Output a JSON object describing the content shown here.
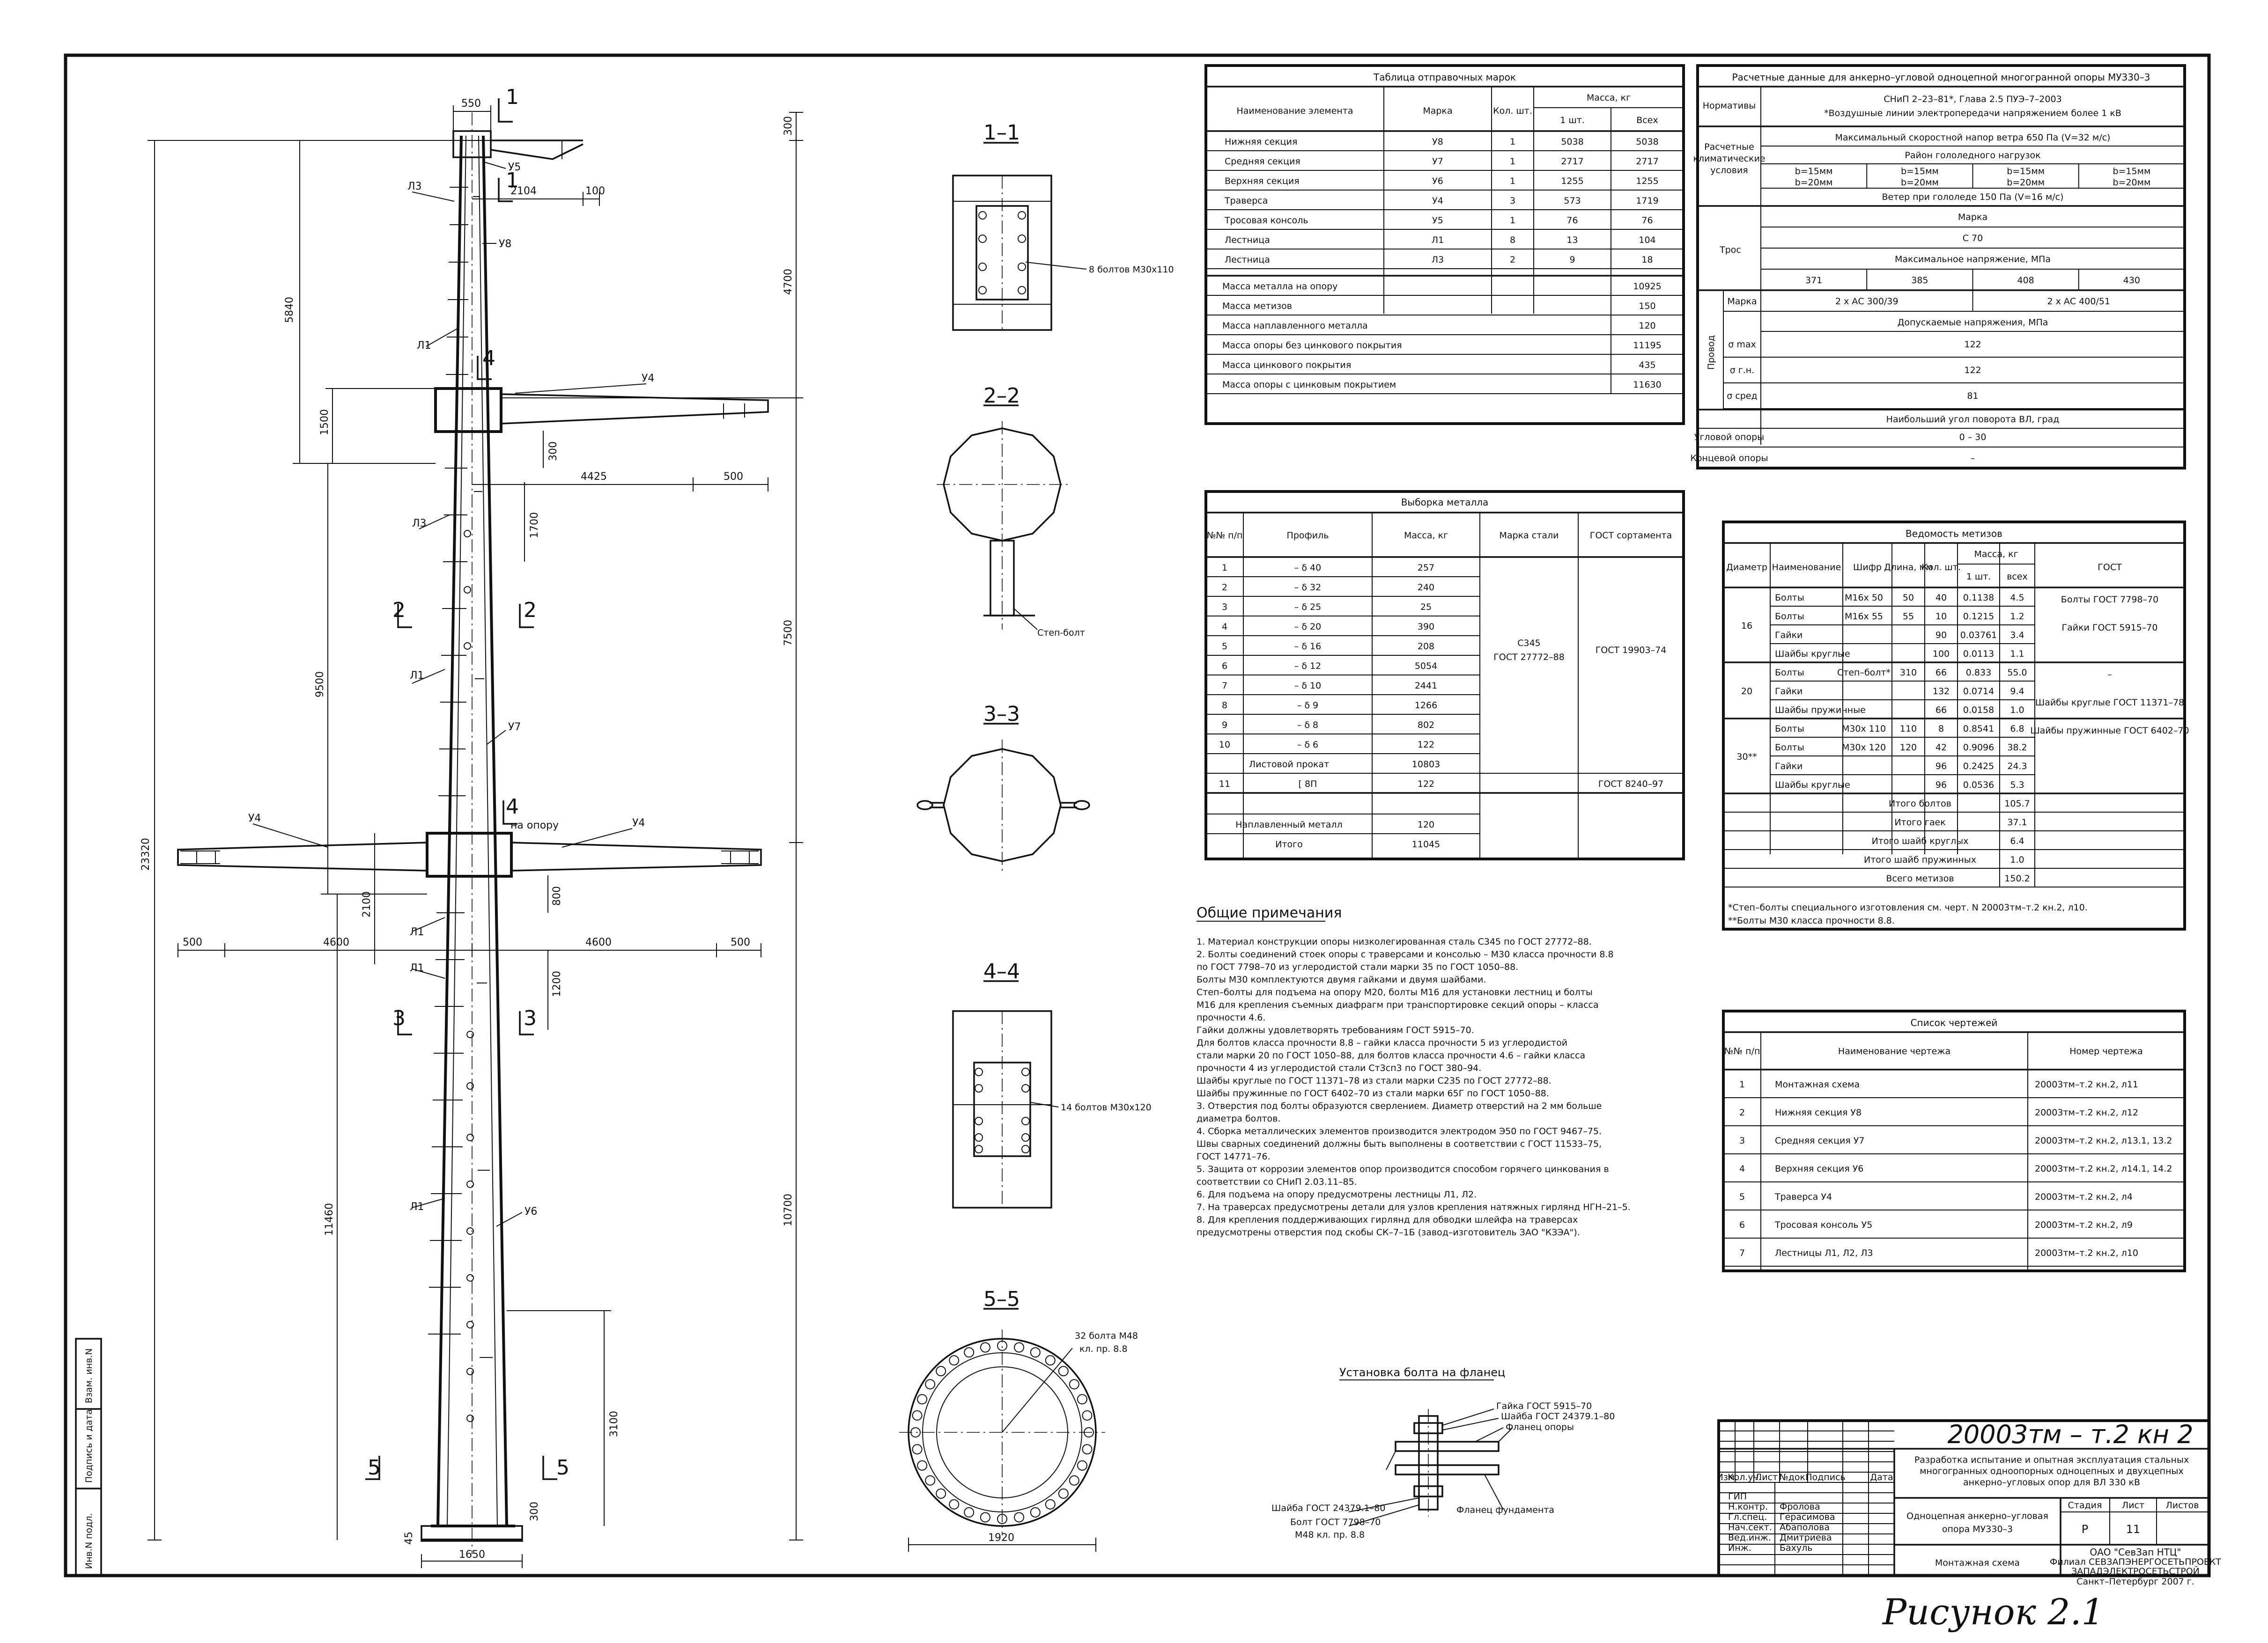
{
  "tower": {
    "dims": {
      "top_width": "550",
      "mark_1": "1",
      "y5_label": "У5",
      "arm_top": "2104",
      "arm_top_end": "100",
      "l3": "Л3",
      "dim_5840": "5840",
      "dim_4700": "4700",
      "dim_300a": "300",
      "y8": "У8",
      "l1": "Л1",
      "mark_4": "4",
      "y4": "У4",
      "dim_1500": "1500",
      "dim_300b": "300",
      "dim_4425": "4425",
      "dim_500a": "500",
      "dim_1700": "1700",
      "mark_2": "2",
      "dim_9500": "9500",
      "dim_7500": "7500",
      "y7": "У7",
      "dim_23320": "23320",
      "for_support": "на опору",
      "dim_2100": "2100",
      "dim_800": "800",
      "dim_500b": "500",
      "dim_4600a": "4600",
      "dim_4600b": "4600",
      "dim_500c": "500",
      "dim_1200": "1200",
      "mark_3": "3",
      "dim_11460": "11460",
      "dim_10700": "10700",
      "y6": "У6",
      "dim_3100": "3100",
      "mark_5": "5",
      "dim_300c": "300",
      "dim_45": "45",
      "base_width": "1650"
    }
  },
  "sections": {
    "s1": {
      "title": "1–1",
      "note": "8 болтов М30х110"
    },
    "s2": {
      "title": "2–2",
      "note": "Степ-болт"
    },
    "s3": {
      "title": "3–3"
    },
    "s4": {
      "title": "4–4",
      "note": "14 болтов М30х120"
    },
    "s5": {
      "title": "5–5",
      "note1": "32 болта М48",
      "note2": "кл. пр. 8.8",
      "dim": "1920"
    }
  },
  "bolt_install": {
    "title": "Установка болта на фланец",
    "labels": [
      "Гайка ГОСТ 5915–70",
      "Шайба ГОСТ 24379.1–80",
      "Фланец опоры",
      "Шайба ГОСТ 24379.1–80",
      "Болт ГОСТ 7798–70",
      "М48 кл. пр. 8.8",
      "Фланец фундамента"
    ]
  },
  "marks_table": {
    "title": "Таблица отправочных марок",
    "headers": [
      "Наименование элемента",
      "Марка",
      "Кол. шт.",
      "Масса, кг",
      "1 шт.",
      "Всех"
    ],
    "rows": [
      [
        "Нижняя секция",
        "У8",
        "1",
        "5038",
        "5038"
      ],
      [
        "Средняя секция",
        "У7",
        "1",
        "2717",
        "2717"
      ],
      [
        "Верхняя секция",
        "У6",
        "1",
        "1255",
        "1255"
      ],
      [
        "Траверса",
        "У4",
        "3",
        "573",
        "1719"
      ],
      [
        "Тросовая консоль",
        "У5",
        "1",
        "76",
        "76"
      ],
      [
        "Лестница",
        "Л1",
        "8",
        "13",
        "104"
      ],
      [
        "Лестница",
        "Л3",
        "2",
        "9",
        "18"
      ]
    ],
    "totals": [
      [
        "Масса металла на опору",
        "10925"
      ],
      [
        "Масса метизов",
        "150"
      ],
      [
        "Масса наплавленного металла",
        "120"
      ],
      [
        "Масса опоры без цинкового покрытия",
        "11195"
      ],
      [
        "Масса цинкового покрытия",
        "435"
      ],
      [
        "Масса опоры с цинковым покрытием",
        "11630"
      ]
    ]
  },
  "design_table": {
    "title": "Расчетные данные для анкерно–угловой одноцепной многогранной опоры МУ330–3",
    "rows": {
      "norm_label": "Нормативы",
      "norm_value": "СНиП 2–23–81*,  Глава 2.5  ПУЭ–7–2003",
      "norm_note": "*Воздушные линии электропередачи напряжением более 1 кВ",
      "climate_label": "Расчетные климатические условия",
      "wind": "Максимальный скоростной напор ветра 650 Па (V=32 м/с)",
      "ice_title": "Район гололедного нагрузок",
      "ice_cells": [
        "b=15мм",
        "b=20мм",
        "b=15мм",
        "b=20мм",
        "b=15мм",
        "b=20мм",
        "b=15мм",
        "b=20мм"
      ],
      "wind_ice": "Ветер при гололеде 150 Па (V=16 м/с)",
      "cable_label": "Трос",
      "mark_title": "Марка",
      "cable_mark": "С 70",
      "max_tension": "Максимальное напряжение, МПа",
      "tensions": [
        "371",
        "385",
        "408",
        "430"
      ],
      "wire_label": "Провод",
      "wire_mark_label": "Марка",
      "wire_marks": [
        "2 х АС 300/39",
        "2 х АС 400/51"
      ],
      "allow_title": "Допускаемые напряжения, МПа",
      "allow_rows": [
        [
          "σ max",
          "122"
        ],
        [
          "σ г.н.",
          "122"
        ],
        [
          "σ сред",
          "81"
        ]
      ],
      "angle_title": "Наибольший угол поворота ВЛ, град",
      "corner_label": "Угловой опоры",
      "corner_value": "0 – 30",
      "end_label": "Концевой опоры",
      "end_value": "–"
    }
  },
  "metal_table": {
    "title": "Выборка металла",
    "headers": [
      "№№ п/п",
      "Профиль",
      "Масса, кг",
      "Марка стали",
      "ГОСТ сортамента"
    ],
    "rows": [
      [
        "1",
        "– δ 40",
        "257"
      ],
      [
        "2",
        "– δ 32",
        "240"
      ],
      [
        "3",
        "– δ 25",
        "25"
      ],
      [
        "4",
        "– δ 20",
        "390"
      ],
      [
        "5",
        "– δ 16",
        "208"
      ],
      [
        "6",
        "– δ 12",
        "5054"
      ],
      [
        "7",
        "– δ 10",
        "2441"
      ],
      [
        "8",
        "– δ 9",
        "1266"
      ],
      [
        "9",
        "– δ 8",
        "802"
      ],
      [
        "10",
        "– δ 6",
        "122"
      ]
    ],
    "steel": "С345",
    "steel_gost": "ГОСТ 27772–88",
    "gost": "ГОСТ 19903–74",
    "sheet_label": "Листовой прокат",
    "sheet_value": "10803",
    "row11": [
      "11",
      "[ 8П",
      "122"
    ],
    "row11_gost": "ГОСТ 8240–97",
    "weld_label": "Наплавленный металл",
    "weld_value": "120",
    "total_label": "Итого",
    "total_value": "11045"
  },
  "fastener_table": {
    "title": "Ведомость метизов",
    "headers": [
      "Диаметр",
      "Наименование",
      "Шифр",
      "Длина, мм",
      "Кол. шт.",
      "Масса, кг",
      "1 шт.",
      "всех",
      "ГОСТ"
    ],
    "groups": [
      {
        "d": "16",
        "rows": [
          [
            "Болты",
            "М16х 50",
            "50",
            "40",
            "0.1138",
            "4.5"
          ],
          [
            "Болты",
            "М16х 55",
            "55",
            "10",
            "0.1215",
            "1.2"
          ],
          [
            "Гайки",
            "",
            "",
            "90",
            "0.03761",
            "3.4"
          ],
          [
            "Шайбы круглые",
            "",
            "",
            "100",
            "0.0113",
            "1.1"
          ]
        ],
        "gost": [
          "Болты ГОСТ 7798–70",
          "Гайки ГОСТ 5915–70"
        ]
      },
      {
        "d": "20",
        "rows": [
          [
            "Болты",
            "Степ–болт*",
            "310",
            "66",
            "0.833",
            "55.0"
          ],
          [
            "Гайки",
            "",
            "",
            "132",
            "0.0714",
            "9.4"
          ],
          [
            "Шайбы пружинные",
            "",
            "",
            "66",
            "0.0158",
            "1.0"
          ]
        ],
        "gost": [
          "–",
          "Шайбы круглые ГОСТ 11371–78"
        ]
      },
      {
        "d": "30**",
        "rows": [
          [
            "Болты",
            "М30х 110",
            "110",
            "8",
            "0.8541",
            "6.8"
          ],
          [
            "Болты",
            "М30х 120",
            "120",
            "42",
            "0.9096",
            "38.2"
          ],
          [
            "Гайки",
            "",
            "",
            "96",
            "0.2425",
            "24.3"
          ],
          [
            "Шайбы круглые",
            "",
            "",
            "96",
            "0.0536",
            "5.3"
          ]
        ],
        "gost": [
          "Шайбы пружинные ГОСТ 6402–70"
        ]
      }
    ],
    "totals": [
      [
        "Итого болтов",
        "105.7"
      ],
      [
        "Итого гаек",
        "37.1"
      ],
      [
        "Итого шайб круглых",
        "6.4"
      ],
      [
        "Итого шайб пружинных",
        "1.0"
      ],
      [
        "Всего метизов",
        "150.2"
      ]
    ],
    "foot1": "*Степ–болты специального изготовления см. черт. N 20003тм–т.2 кн.2, л10.",
    "foot2": "**Болты М30 класса прочности 8.8."
  },
  "notes": {
    "title": "Общие примечания",
    "lines": [
      "1.  Материал конструкции опоры низколегированная сталь С345 по ГОСТ 27772–88.",
      "2.  Болты соединений стоек опоры с траверсами и консолью – М30 класса прочности 8.8",
      "     по ГОСТ 7798–70 из углеродистой стали марки 35 по ГОСТ 1050–88.",
      "     Болты М30 комплектуются двумя гайками и двумя шайбами.",
      "     Степ–болты для подъема на опору М20, болты М16 для установки лестниц и болты",
      "     М16 для крепления съемных диафрагм при транспортировке секций опоры – класса",
      "     прочности 4.6.",
      "     Гайки должны удовлетворять требованиям ГОСТ 5915–70.",
      "     Для болтов класса прочности 8.8 – гайки класса прочности 5 из углеродистой",
      "     стали марки 20 по ГОСТ 1050–88, для болтов класса прочности 4.6 – гайки класса",
      "     прочности 4 из углеродистой стали Ст3сп3 по ГОСТ 380–94.",
      "     Шайбы круглые по ГОСТ 11371–78 из стали марки С235 по ГОСТ 27772–88.",
      "     Шайбы пружинные по ГОСТ 6402–70 из стали марки 65Г по ГОСТ 1050–88.",
      "3.  Отверстия под болты образуются сверлением. Диаметр отверстий на 2 мм больше",
      "     диаметра болтов.",
      "4.  Сборка металлических элементов производится электродом Э50 по ГОСТ 9467–75.",
      "     Швы сварных соединений должны быть выполнены в соответствии с ГОСТ 11533–75,",
      "     ГОСТ 14771–76.",
      "5.  Защита от коррозии элементов опор производится способом горячего цинкования в",
      "     соответствии со СНиП 2.03.11–85.",
      "6.  Для подъема на опору предусмотрены лестницы Л1, Л2.",
      "7.  На траверсах предусмотрены детали для узлов крепления натяжных гирлянд НГН–21–5.",
      "8.  Для крепления поддерживающих гирлянд для обводки шлейфа на траверсах",
      "     предусмотрены отверстия под скобы СК–7–1Б (завод–изготовитель ЗАО \"КЗЭА\")."
    ]
  },
  "drawings_list": {
    "title": "Список чертежей",
    "headers": [
      "№№ п/п",
      "Наименование чертежа",
      "Номер чертежа"
    ],
    "rows": [
      [
        "1",
        "Монтажная схема",
        "20003тм–т.2 кн.2, л11"
      ],
      [
        "2",
        "Нижняя секция У8",
        "20003тм–т.2 кн.2, л12"
      ],
      [
        "3",
        "Средняя секция У7",
        "20003тм–т.2 кн.2, л13.1, 13.2"
      ],
      [
        "4",
        "Верхняя секция У6",
        "20003тм–т.2 кн.2, л14.1, 14.2"
      ],
      [
        "5",
        "Траверса У4",
        "20003тм–т.2 кн.2, л4"
      ],
      [
        "6",
        "Тросовая консоль У5",
        "20003тм–т.2 кн.2, л9"
      ],
      [
        "7",
        "Лестницы Л1, Л2, Л3",
        "20003тм–т.2 кн.2, л10"
      ]
    ]
  },
  "title_block": {
    "code": "20003тм – т.2 кн 2",
    "description": [
      "Разработка испытание и опытная эксплуатация стальных",
      "многогранных одноопорных одноцепных и двухцепных",
      "анкерно–угловых опор для ВЛ 330 кВ"
    ],
    "col_headers": [
      "Изм.",
      "Кол.уч.",
      "Лист",
      "№док.",
      "Подпись",
      "Дата"
    ],
    "roles": [
      [
        "ГИП",
        ""
      ],
      [
        "Н.контр.",
        "Фролова"
      ],
      [
        "Гл.спец.",
        "Герасимова"
      ],
      [
        "Нач.сект.",
        "Абаполова"
      ],
      [
        "Вед.инж.",
        "Дмитриева"
      ],
      [
        "Инж.",
        "Бахуль"
      ]
    ],
    "name1": "Одноцепная анкерно–угловая",
    "name2": "опора МУ330–3",
    "sheet_name": "Монтажная схема",
    "stage_hdr": [
      "Стадия",
      "Лист",
      "Листов"
    ],
    "stage": "Р",
    "sheet": "11",
    "sheets": "",
    "org1": "ОАО \"СевЗап НТЦ\"",
    "org2": "Филиал СЕВЗАПЭНЕРГОСЕТЬПРОЕКТ",
    "org3": "ЗАПАДЭЛЕКТРОСЕТЬСТРОЙ",
    "org4": "Санкт–Петербург   2007 г."
  },
  "side_stamp": [
    "Инв.N подл.",
    "Подпись и дата",
    "Взам. инв.N"
  ],
  "signature": "Рисунок 2.1"
}
